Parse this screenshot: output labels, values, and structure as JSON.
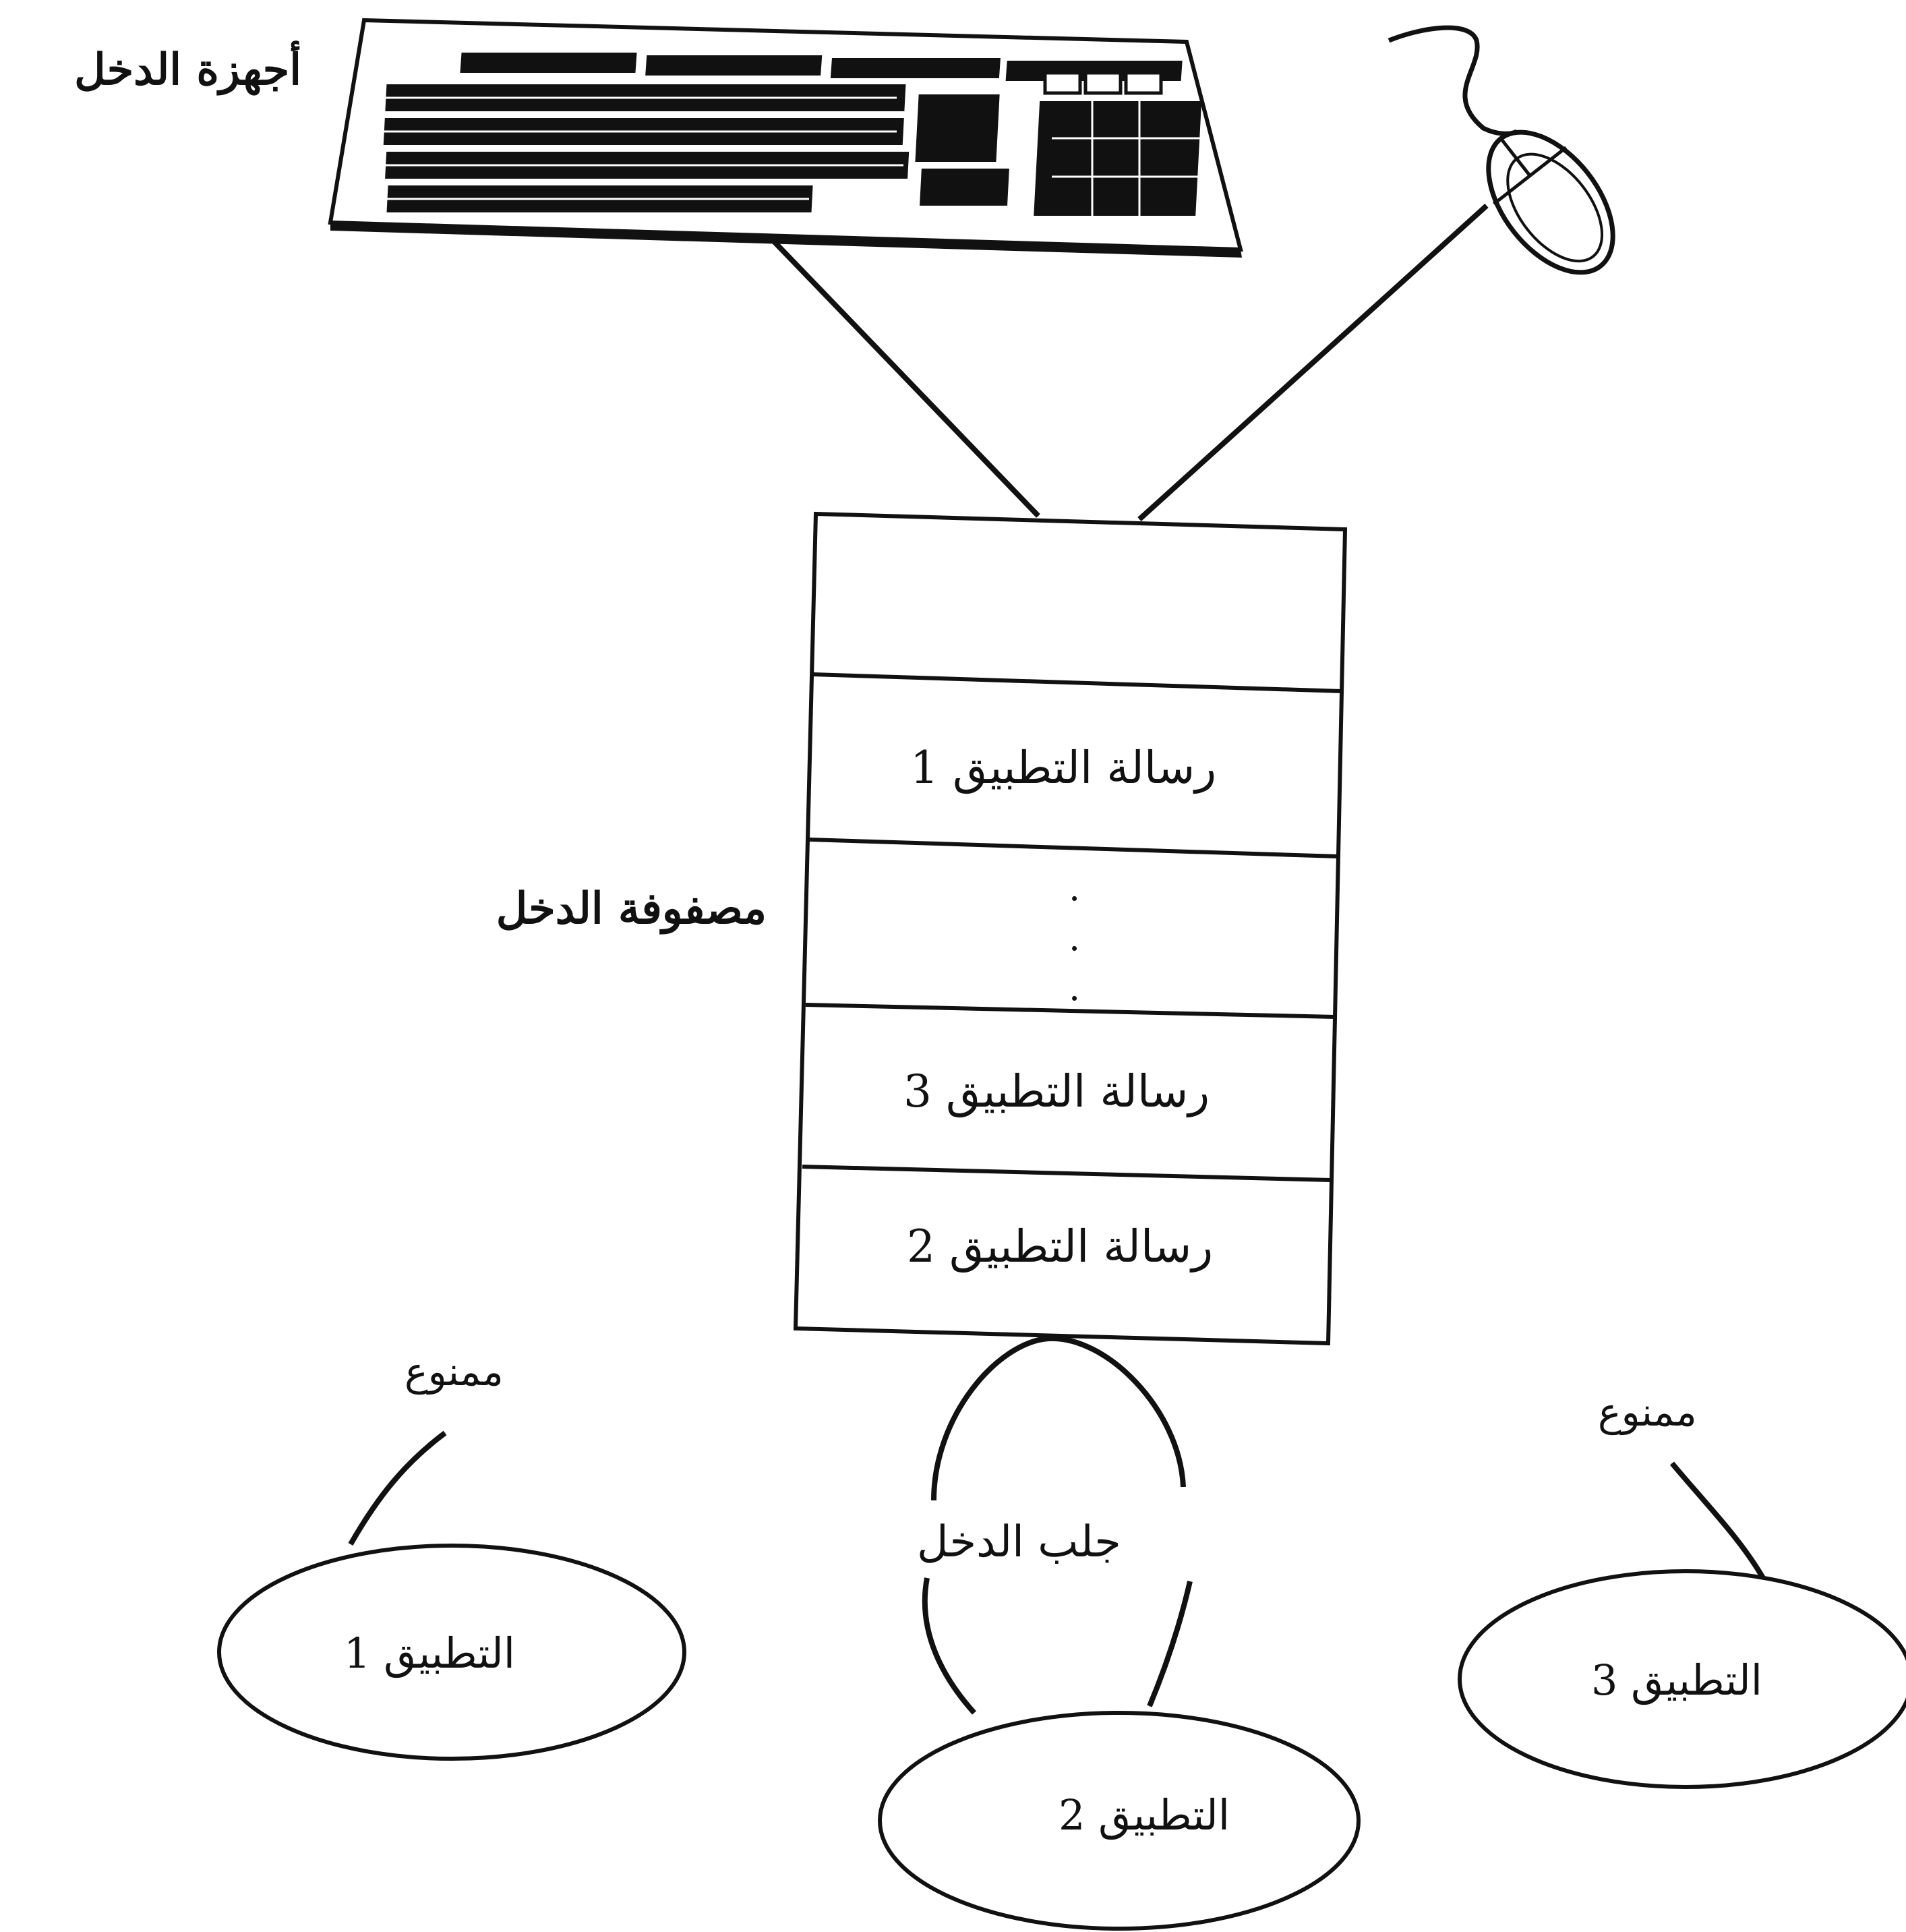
{
  "labels": {
    "input_devices": "أجهزة الدخل",
    "input_queue": "مصفوفة الدخل",
    "queue_cells": [
      "",
      "رسالة التطبيق 1",
      ".\n.\n.",
      "رسالة التطبيق 3",
      "رسالة التطبيق 2"
    ],
    "fetch_input": "جلب الدخل",
    "forbidden_left": "ممنوع",
    "forbidden_right": "ممنوع",
    "app1": "التطبيق 1",
    "app2": "التطبيق 2",
    "app3": "التطبيق 3"
  },
  "icons": {
    "keyboard": "keyboard-icon",
    "mouse": "mouse-icon"
  },
  "colors": {
    "ink": "#111111",
    "paper": "#ffffff"
  }
}
